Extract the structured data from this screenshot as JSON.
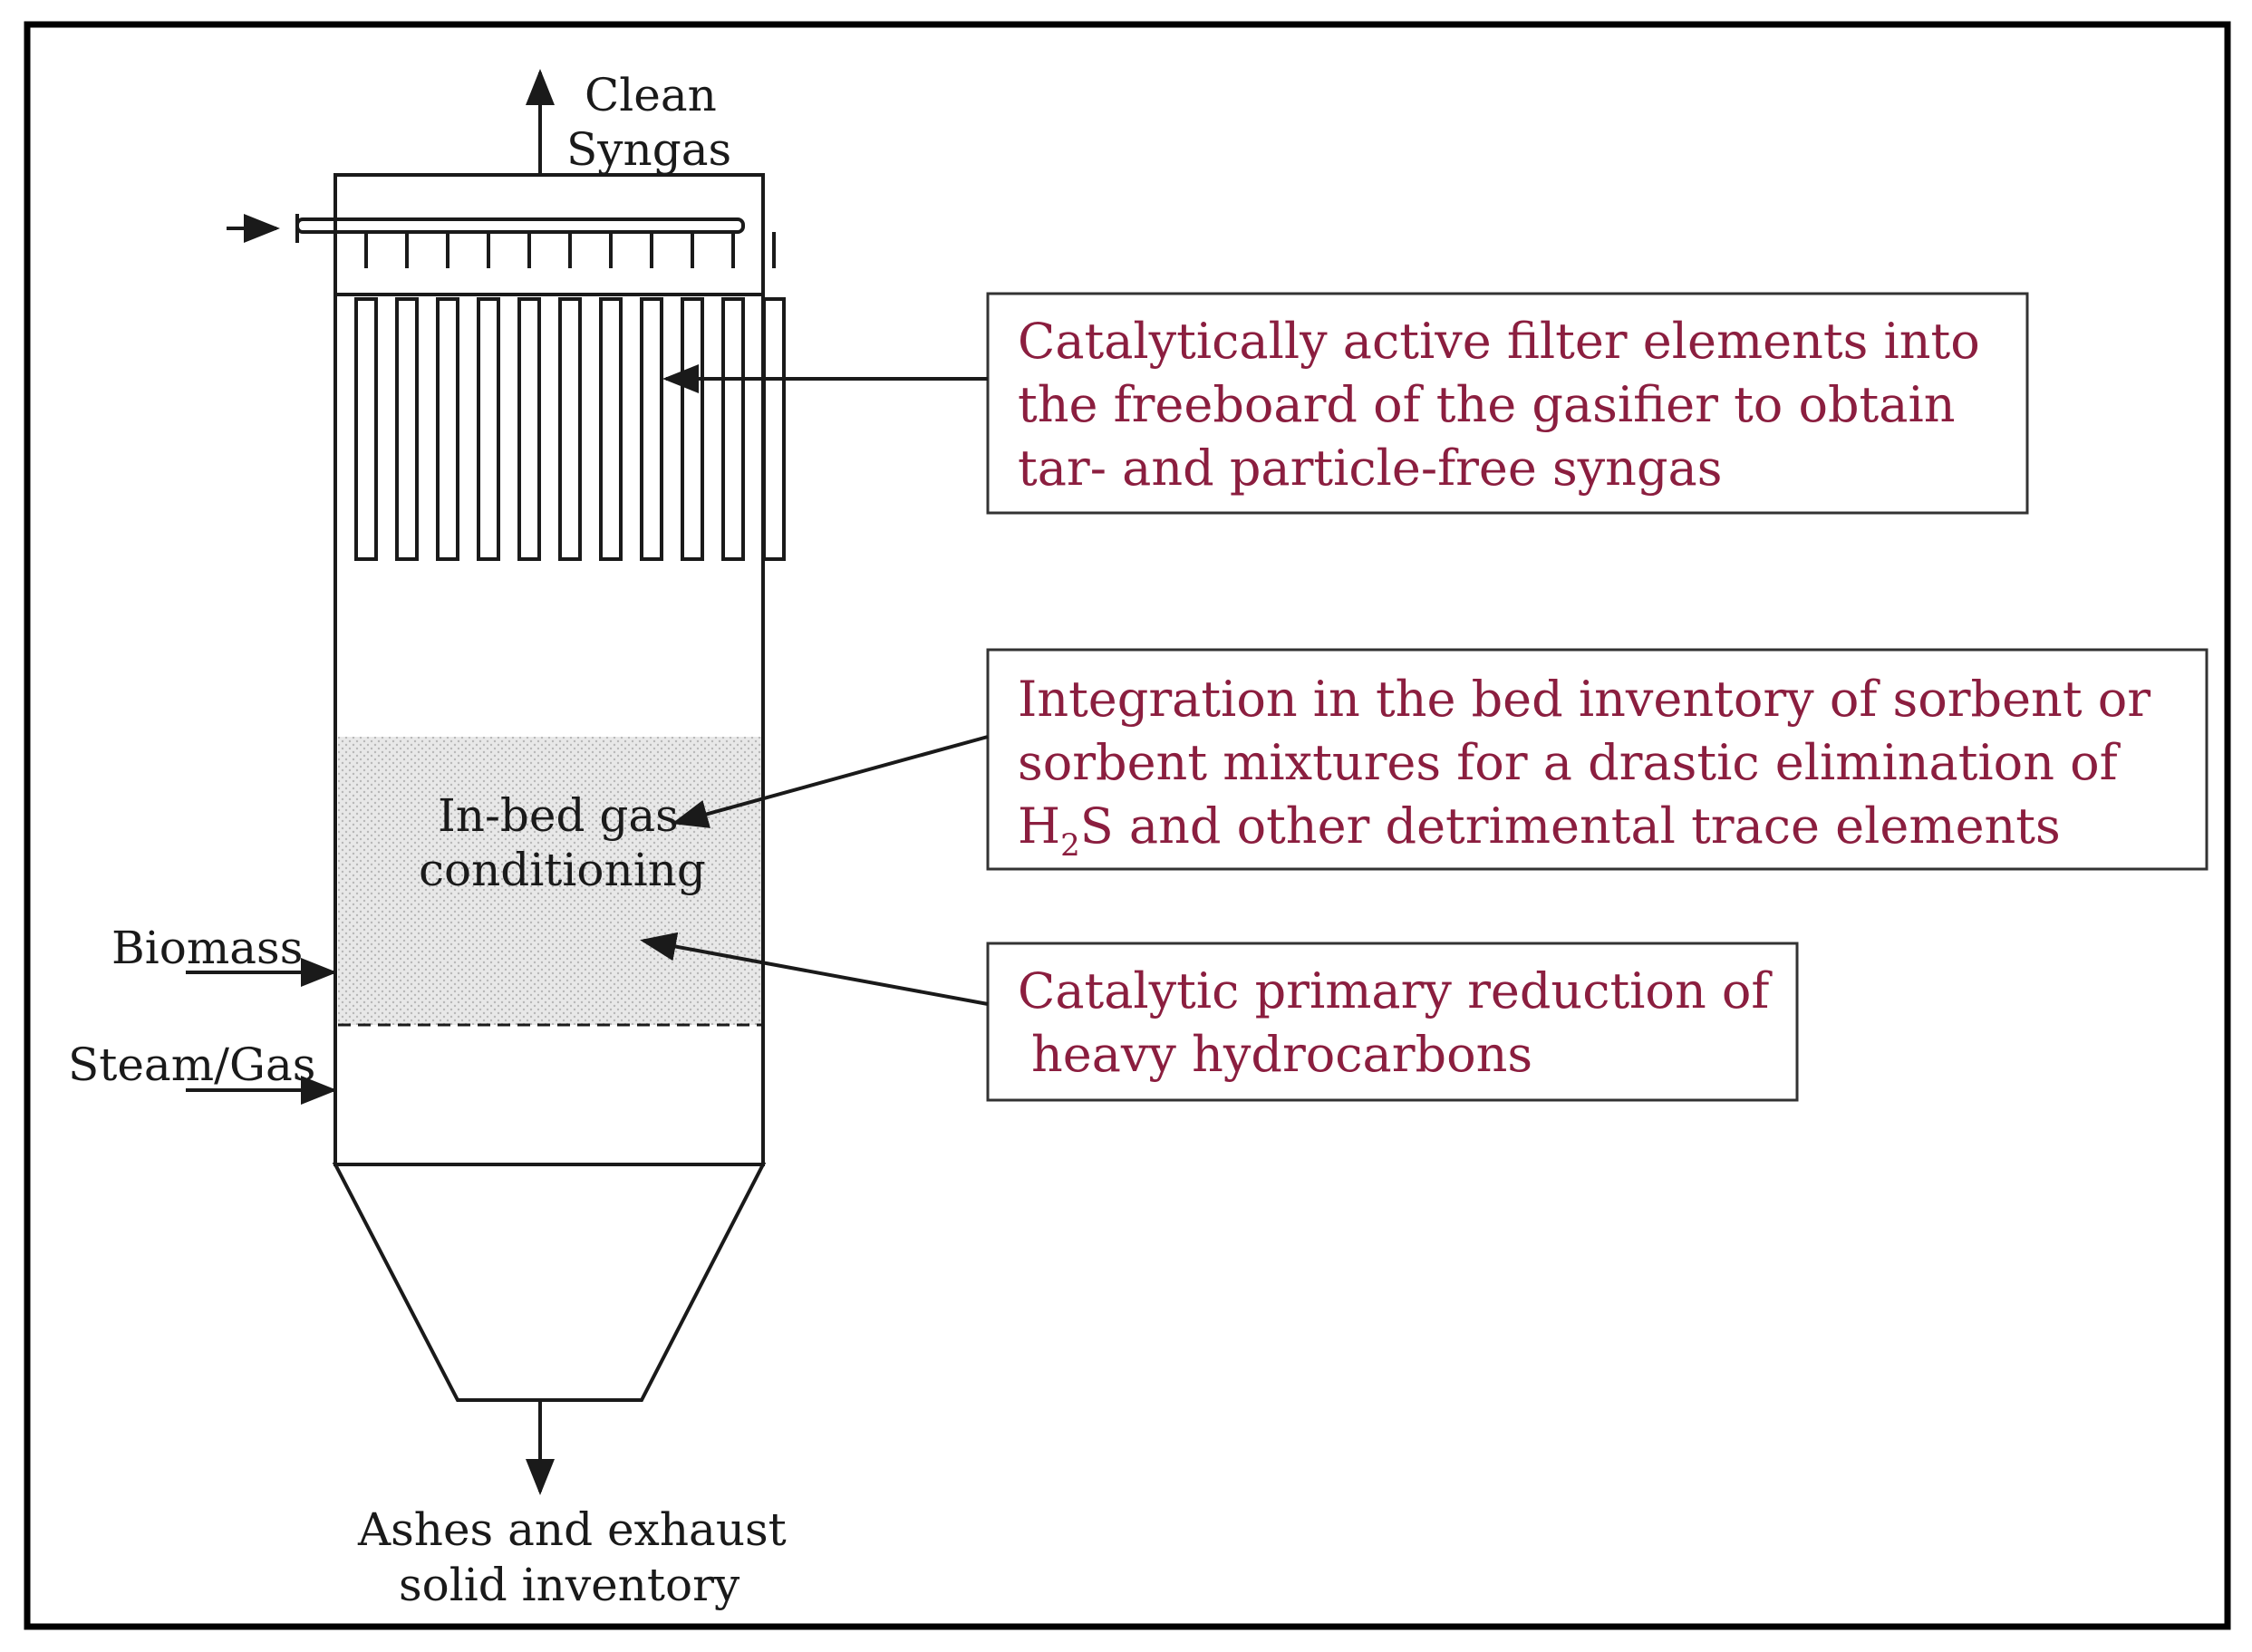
{
  "labels": {
    "clean_line1": "Clean",
    "clean_line2": "Syngas",
    "inbed_line1": "In-bed gas",
    "inbed_line2": "conditioning",
    "biomass": "Biomass",
    "steam": "Steam/Gas",
    "ashes_line1": "Ashes and exhaust",
    "ashes_line2": "solid inventory"
  },
  "annotations": {
    "filter": {
      "line1": "Catalytically active filter elements into",
      "line2": "the freeboard of the gasifier to obtain",
      "line3": "tar- and particle-free syngas"
    },
    "sorbent": {
      "line1": "Integration in the bed inventory of sorbent or",
      "line2": "sorbent mixtures for a drastic elimination of",
      "line3_a": "H",
      "line3_sub": "2",
      "line3_b": "S and other detrimental trace elements"
    },
    "catalytic": {
      "line1": "Catalytic primary reduction of",
      "line2": "heavy hydrocarbons"
    }
  },
  "colors": {
    "annotation_text": "#8b1e3f",
    "line": "#1a1a1a",
    "bed_fill": "#e4e4e4"
  }
}
